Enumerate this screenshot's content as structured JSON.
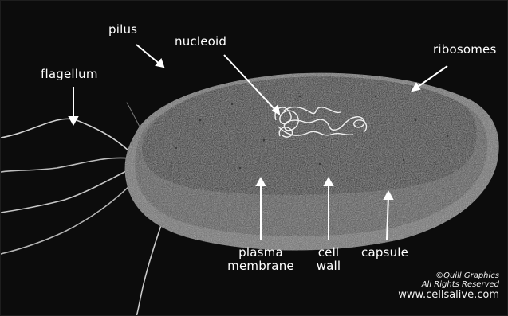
{
  "diagram": {
    "colors": {
      "background": "#0c0c0c",
      "cell_body": "#1c1c1c",
      "capsule": "#8a8a8a",
      "flagellum": "#cfcfcf",
      "nucleoid": "#f0f0f0",
      "label_text": "#ffffff",
      "arrows": "#ffffff"
    },
    "labels": {
      "pilus": "pilus",
      "nucleoid": "nucleoid",
      "ribosomes": "ribosomes",
      "flagellum": "flagellum",
      "plasma_membrane": [
        "plasma",
        "membrane"
      ],
      "cell_wall": [
        "cell",
        "wall"
      ],
      "capsule": "capsule"
    },
    "credit": {
      "copyright": "©Quill Graphics",
      "rights": "All Rights Reserved",
      "url": "www.cellsalive.com"
    }
  }
}
